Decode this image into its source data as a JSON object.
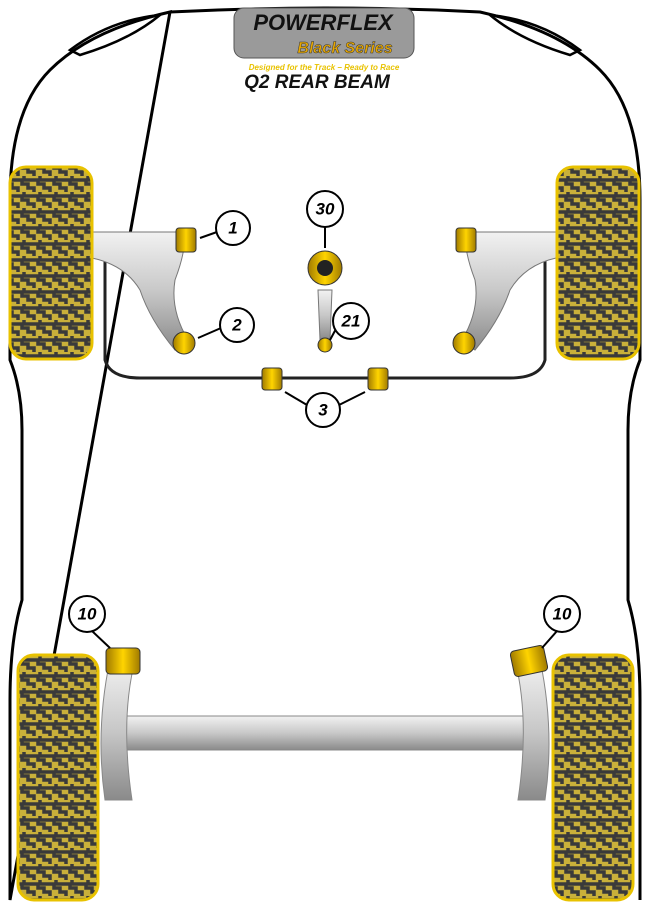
{
  "brand": {
    "name": "POWERFLEX",
    "series": "Black Series",
    "tagline": "Designed for the Track – Ready to Race"
  },
  "title": "Q2 REAR BEAM",
  "callouts": [
    {
      "id": "front-left-upper",
      "label": "1"
    },
    {
      "id": "front-left-lower",
      "label": "2"
    },
    {
      "id": "engine-mount",
      "label": "30"
    },
    {
      "id": "dogbone",
      "label": "21"
    },
    {
      "id": "anti-roll-bar",
      "label": "3"
    },
    {
      "id": "rear-left-beam",
      "label": "10"
    },
    {
      "id": "rear-right-beam",
      "label": "10"
    }
  ],
  "colors": {
    "tire_border": "#e8c200",
    "tire_tread": "#3a3a3a",
    "bush": "#f0c400",
    "arm": "#d0d0d0"
  }
}
